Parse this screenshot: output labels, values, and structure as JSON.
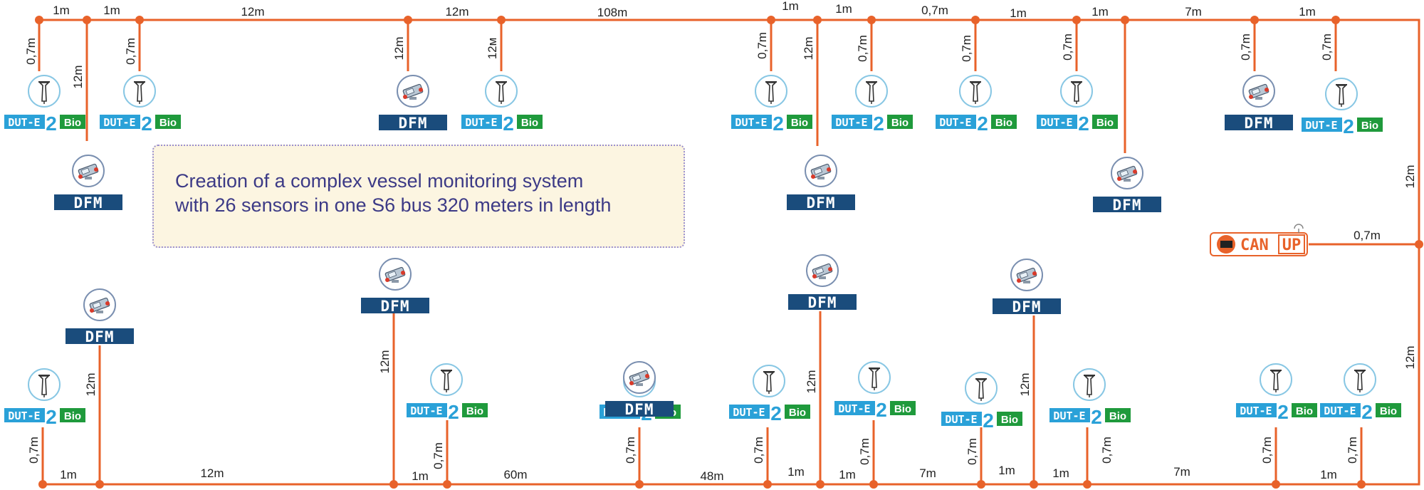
{
  "caption": {
    "line1": "Creation of a complex vessel monitoring system",
    "line2": "with 26 sensors in one S6 bus 320 meters in length"
  },
  "labels": {
    "dfm": "DFM",
    "dut": "DUT-E",
    "two": "2",
    "bio": "Bio",
    "can_up_left": "CAN",
    "can_up_right": "UP"
  },
  "colors": {
    "bus_line": "#e8622a",
    "dfm_box": "#1a4c7c",
    "dut_box": "#2aa1d8",
    "bio_box": "#1f9a3c",
    "caption_text": "#3c3a86"
  },
  "top_bus": {
    "segment_labels": [
      "1m",
      "1m",
      "12m",
      "12m",
      "108m",
      "1m",
      "1m",
      "0,7m",
      "1m",
      "1m",
      "7m",
      "1m"
    ],
    "stub_labels": [
      "0,7m",
      "12m",
      "0,7m",
      "12m",
      "12м",
      "0,7m",
      "12m",
      "0,7m",
      "0,7m",
      "0,7m",
      "0,7m",
      "0,7m"
    ]
  },
  "right_bus": {
    "segment_labels": [
      "12m",
      "12m"
    ],
    "canup_stub_label": "0,7m"
  },
  "bottom_bus": {
    "segment_labels": [
      "1m",
      "12m",
      "1m",
      "60m",
      "48m",
      "1m",
      "1m",
      "7m",
      "1m",
      "1m",
      "7m",
      "1m"
    ],
    "stub_labels": [
      "0,7m",
      "12m",
      "12m",
      "0,7m",
      "0,7m",
      "0,7m",
      "12m",
      "0,7m",
      "0,7m",
      "12m",
      "0,7m",
      "0,7m",
      "0,7m"
    ]
  }
}
